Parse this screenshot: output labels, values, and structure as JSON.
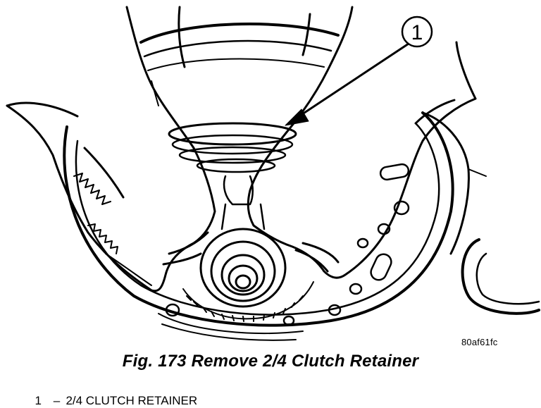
{
  "callout": {
    "number": "1"
  },
  "figure_code": "80af61fc",
  "caption": "Fig. 173 Remove 2/4 Clutch Retainer",
  "legend": {
    "items": [
      {
        "number": "1",
        "dash": "–",
        "label": "2/4 CLUTCH RETAINER"
      }
    ]
  }
}
